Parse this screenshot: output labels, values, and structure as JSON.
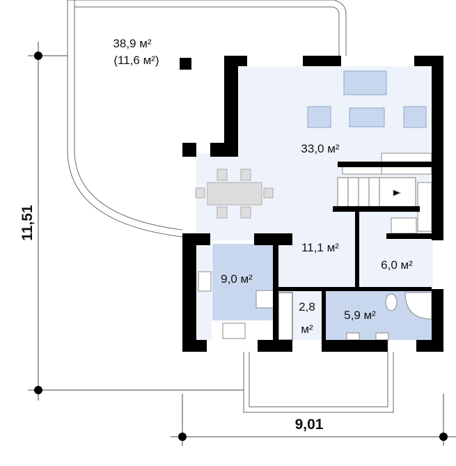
{
  "rooms": {
    "terrace_area": "38,9 м²",
    "terrace_sub": "(11,6 м²)",
    "living": "33,0 м²",
    "hall": "11,1 м²",
    "kitchen": "9,0 м²",
    "room_right": "6,0 м²",
    "closet_num": "2,8",
    "closet_unit": "м²",
    "bathroom": "5,9 м²"
  },
  "dimensions": {
    "height": "11,51",
    "width": "9,01"
  },
  "colors": {
    "living_fill": "#eef3fb",
    "wet_fill": "#c9d7ee",
    "wall": "#000000"
  }
}
